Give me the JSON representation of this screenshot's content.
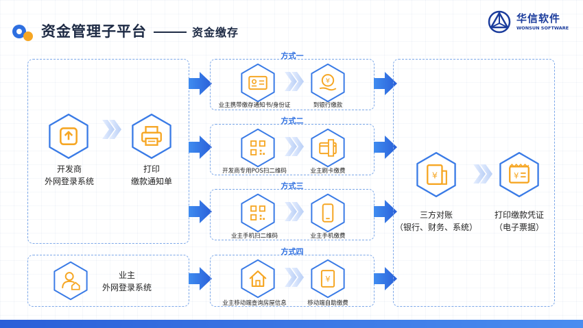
{
  "header": {
    "title": "资金管理子平台",
    "subtitle": "资金缴存",
    "brand_name": "华信软件",
    "brand_en": "WONSUN SOFTWARE"
  },
  "left": {
    "developer_label_1": "开发商",
    "developer_label_2": "外网登录系统",
    "print_label_1": "打印",
    "print_label_2": "缴款通知单",
    "owner_label_1": "业主",
    "owner_label_2": "外网登录系统"
  },
  "methods": [
    {
      "title": "方式一",
      "step1": "业主携带缴存通知书/身份证",
      "step2": "到银行缴款"
    },
    {
      "title": "方式二",
      "step1": "开发商专用POS扫二维码",
      "step2": "业主刷卡缴费"
    },
    {
      "title": "方式三",
      "step1": "业主手机扫二维码",
      "step2": "业主手机缴费"
    },
    {
      "title": "方式四",
      "step1": "业主移动端查询房屋信息",
      "step2": "移动端自助缴费"
    }
  ],
  "right": {
    "reconcile_1": "三方对账",
    "reconcile_2": "（银行、财务、系统）",
    "voucher_1": "打印缴款凭证",
    "voucher_2": "（电子票据）"
  },
  "colors": {
    "accent": "#2e6fe0",
    "icon_orange": "#f6a623",
    "hex_border": "#3a7be6"
  }
}
